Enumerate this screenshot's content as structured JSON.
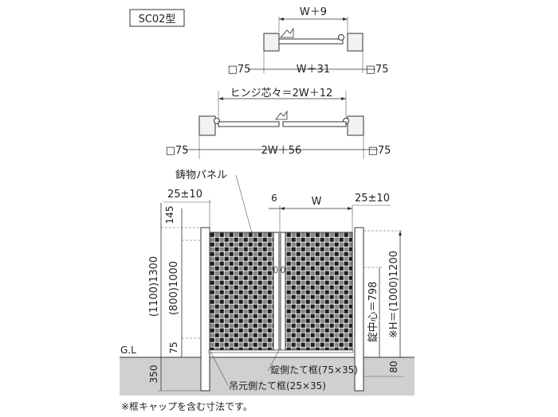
{
  "model_label": "SC02型",
  "top_plan": {
    "width_top": "W＋9",
    "width_bottom": "W＋31",
    "post_left": "□75",
    "post_right": "□75"
  },
  "double_plan": {
    "hinge_pitch": "ヒンジ芯々＝2W＋12",
    "width_bottom": "2W＋56",
    "post_left": "□75",
    "post_right": "□75"
  },
  "elevation": {
    "panel_name": "鋳物パネル",
    "gap_left": "25±10",
    "gap_right": "25±10",
    "gap_center": "6",
    "leaf_width": "W",
    "dim_top": "145",
    "dim_height_total": "(1100)1300",
    "dim_height_panel": "(800)1000",
    "dim_bottom": "75",
    "dim_ground": "350",
    "gl": "G.L",
    "lock_center": "錠中心＝798",
    "h_dim": "※H＝(1000)1200",
    "dim_80": "80",
    "lock_frame": "錠側たて框(75×35)",
    "hinge_frame": "吊元側たて框(25×35)"
  },
  "footnote": "※框キャップを含む寸法です。",
  "colors": {
    "ground": "#d0d0d0",
    "line": "#333333"
  }
}
